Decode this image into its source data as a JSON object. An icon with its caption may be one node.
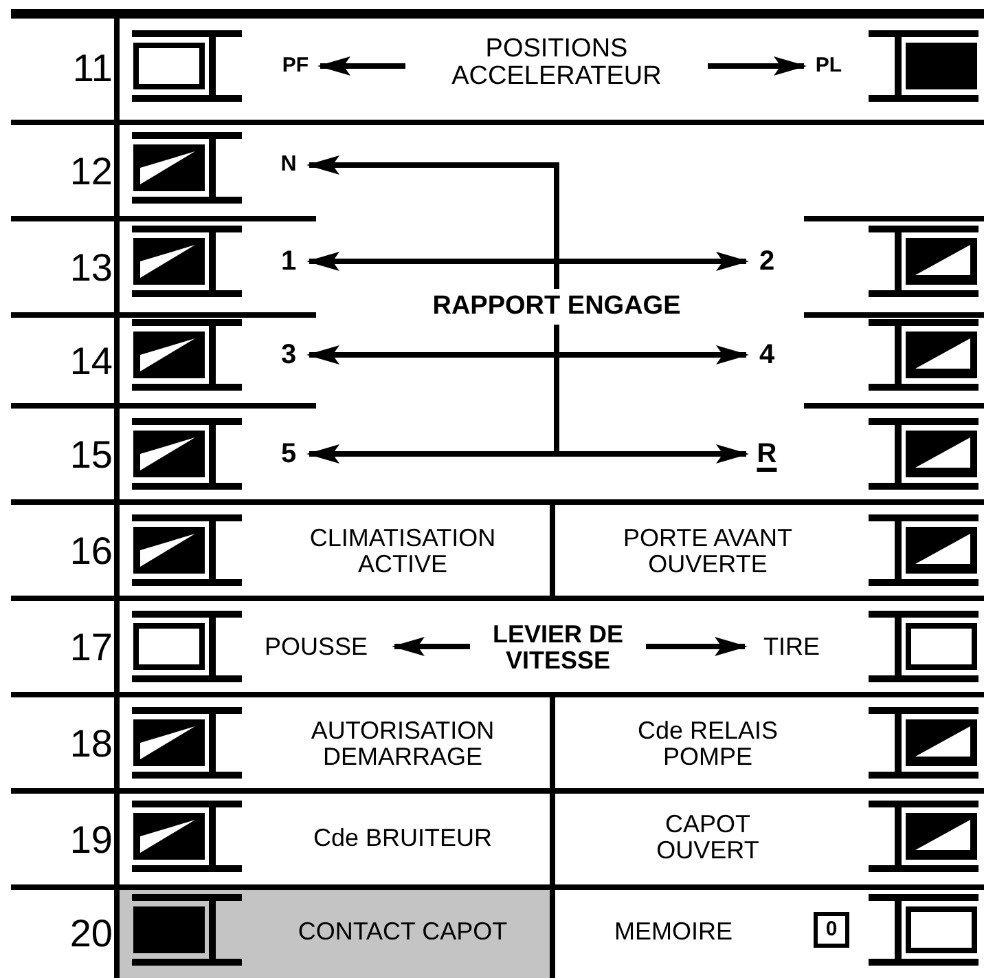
{
  "diagram": {
    "nodes": [
      {
        "text": [
          "POSITIONS ACCELERATEUR"
        ]
      },
      {
        "text": [
          "PF"
        ]
      },
      {
        "text": [
          "PL"
        ]
      },
      {
        "text": [
          "RAPPORT ENGAGE"
        ]
      },
      {
        "text": [
          "N"
        ]
      },
      {
        "text": [
          "1"
        ]
      },
      {
        "text": [
          "2"
        ]
      },
      {
        "text": [
          "3"
        ]
      },
      {
        "text": [
          "4"
        ]
      },
      {
        "text": [
          "5"
        ]
      },
      {
        "text": [
          "R"
        ]
      },
      {
        "text": [
          "LEVIER DE VITESSE"
        ]
      },
      {
        "text": [
          "POUSSE"
        ]
      },
      {
        "text": [
          "TIRE"
        ]
      }
    ],
    "edges": [
      {
        "from": 0,
        "to": 1,
        "arrow": "to"
      },
      {
        "from": 0,
        "to": 2,
        "arrow": "to"
      },
      {
        "from": 3,
        "to": 4,
        "arrow": "to"
      },
      {
        "from": 3,
        "to": 5,
        "arrow": "to"
      },
      {
        "from": 3,
        "to": 6,
        "arrow": "to"
      },
      {
        "from": 3,
        "to": 7,
        "arrow": "to"
      },
      {
        "from": 3,
        "to": 8,
        "arrow": "to"
      },
      {
        "from": 3,
        "to": 9,
        "arrow": "to"
      },
      {
        "from": 3,
        "to": 10,
        "arrow": "to"
      },
      {
        "from": 11,
        "to": 12,
        "arrow": "to"
      },
      {
        "from": 11,
        "to": 13,
        "arrow": "to"
      }
    ],
    "labels": [
      "11",
      "12",
      "13",
      "14",
      "15",
      "16",
      "CLIMATISATION ACTIVE",
      "PORTE AVANT OUVERTE",
      "17",
      "18",
      "AUTORISATION DEMARRAGE",
      "Cde RELAIS POMPE",
      "19",
      "Cde BRUITEUR",
      "CAPOT OUVERT",
      "20",
      "CONTACT CAPOT",
      "MEMOIRE",
      "0"
    ]
  }
}
